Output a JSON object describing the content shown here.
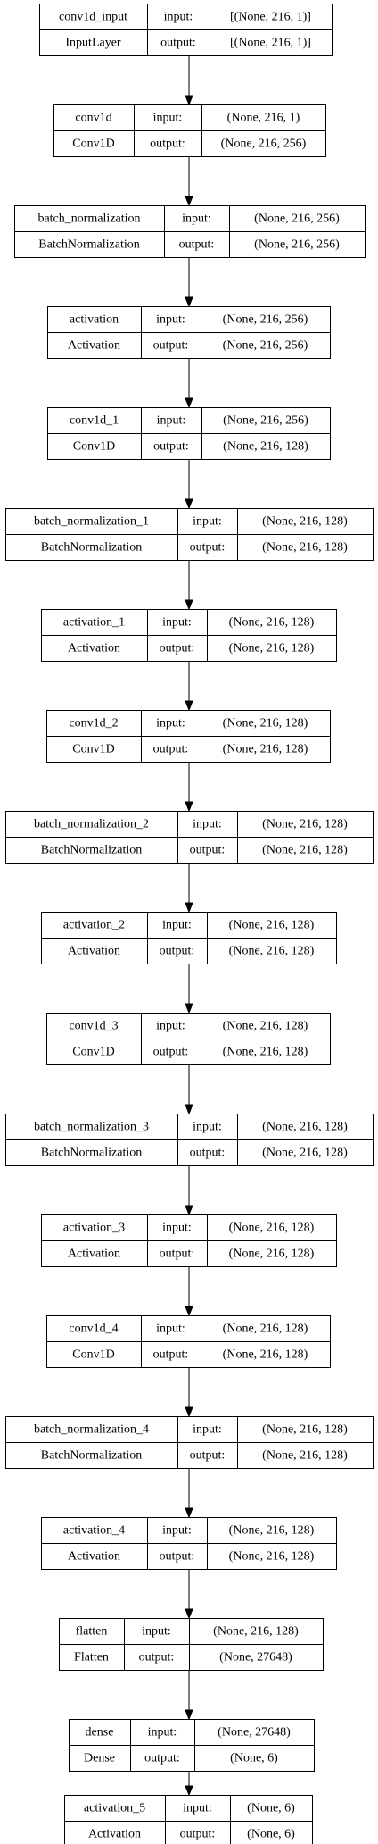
{
  "layers": [
    {
      "name": "conv1d_input",
      "type": "InputLayer",
      "input_label": "input:",
      "output_label": "output:",
      "input_shape": "[(None, 216, 1)]",
      "output_shape": "[(None, 216, 1)]"
    },
    {
      "name": "conv1d",
      "type": "Conv1D",
      "input_label": "input:",
      "output_label": "output:",
      "input_shape": "(None, 216, 1)",
      "output_shape": "(None, 216, 256)"
    },
    {
      "name": "batch_normalization",
      "type": "BatchNormalization",
      "input_label": "input:",
      "output_label": "output:",
      "input_shape": "(None, 216, 256)",
      "output_shape": "(None, 216, 256)"
    },
    {
      "name": "activation",
      "type": "Activation",
      "input_label": "input:",
      "output_label": "output:",
      "input_shape": "(None, 216, 256)",
      "output_shape": "(None, 216, 256)"
    },
    {
      "name": "conv1d_1",
      "type": "Conv1D",
      "input_label": "input:",
      "output_label": "output:",
      "input_shape": "(None, 216, 256)",
      "output_shape": "(None, 216, 128)"
    },
    {
      "name": "batch_normalization_1",
      "type": "BatchNormalization",
      "input_label": "input:",
      "output_label": "output:",
      "input_shape": "(None, 216, 128)",
      "output_shape": "(None, 216, 128)"
    },
    {
      "name": "activation_1",
      "type": "Activation",
      "input_label": "input:",
      "output_label": "output:",
      "input_shape": "(None, 216, 128)",
      "output_shape": "(None, 216, 128)"
    },
    {
      "name": "conv1d_2",
      "type": "Conv1D",
      "input_label": "input:",
      "output_label": "output:",
      "input_shape": "(None, 216, 128)",
      "output_shape": "(None, 216, 128)"
    },
    {
      "name": "batch_normalization_2",
      "type": "BatchNormalization",
      "input_label": "input:",
      "output_label": "output:",
      "input_shape": "(None, 216, 128)",
      "output_shape": "(None, 216, 128)"
    },
    {
      "name": "activation_2",
      "type": "Activation",
      "input_label": "input:",
      "output_label": "output:",
      "input_shape": "(None, 216, 128)",
      "output_shape": "(None, 216, 128)"
    },
    {
      "name": "conv1d_3",
      "type": "Conv1D",
      "input_label": "input:",
      "output_label": "output:",
      "input_shape": "(None, 216, 128)",
      "output_shape": "(None, 216, 128)"
    },
    {
      "name": "batch_normalization_3",
      "type": "BatchNormalization",
      "input_label": "input:",
      "output_label": "output:",
      "input_shape": "(None, 216, 128)",
      "output_shape": "(None, 216, 128)"
    },
    {
      "name": "activation_3",
      "type": "Activation",
      "input_label": "input:",
      "output_label": "output:",
      "input_shape": "(None, 216, 128)",
      "output_shape": "(None, 216, 128)"
    },
    {
      "name": "conv1d_4",
      "type": "Conv1D",
      "input_label": "input:",
      "output_label": "output:",
      "input_shape": "(None, 216, 128)",
      "output_shape": "(None, 216, 128)"
    },
    {
      "name": "batch_normalization_4",
      "type": "BatchNormalization",
      "input_label": "input:",
      "output_label": "output:",
      "input_shape": "(None, 216, 128)",
      "output_shape": "(None, 216, 128)"
    },
    {
      "name": "activation_4",
      "type": "Activation",
      "input_label": "input:",
      "output_label": "output:",
      "input_shape": "(None, 216, 128)",
      "output_shape": "(None, 216, 128)"
    },
    {
      "name": "flatten",
      "type": "Flatten",
      "input_label": "input:",
      "output_label": "output:",
      "input_shape": "(None, 216, 128)",
      "output_shape": "(None, 27648)"
    },
    {
      "name": "dense",
      "type": "Dense",
      "input_label": "input:",
      "output_label": "output:",
      "input_shape": "(None, 27648)",
      "output_shape": "(None, 6)"
    },
    {
      "name": "activation_5",
      "type": "Activation",
      "input_label": "input:",
      "output_label": "output:",
      "input_shape": "(None, 6)",
      "output_shape": "(None, 6)"
    }
  ]
}
